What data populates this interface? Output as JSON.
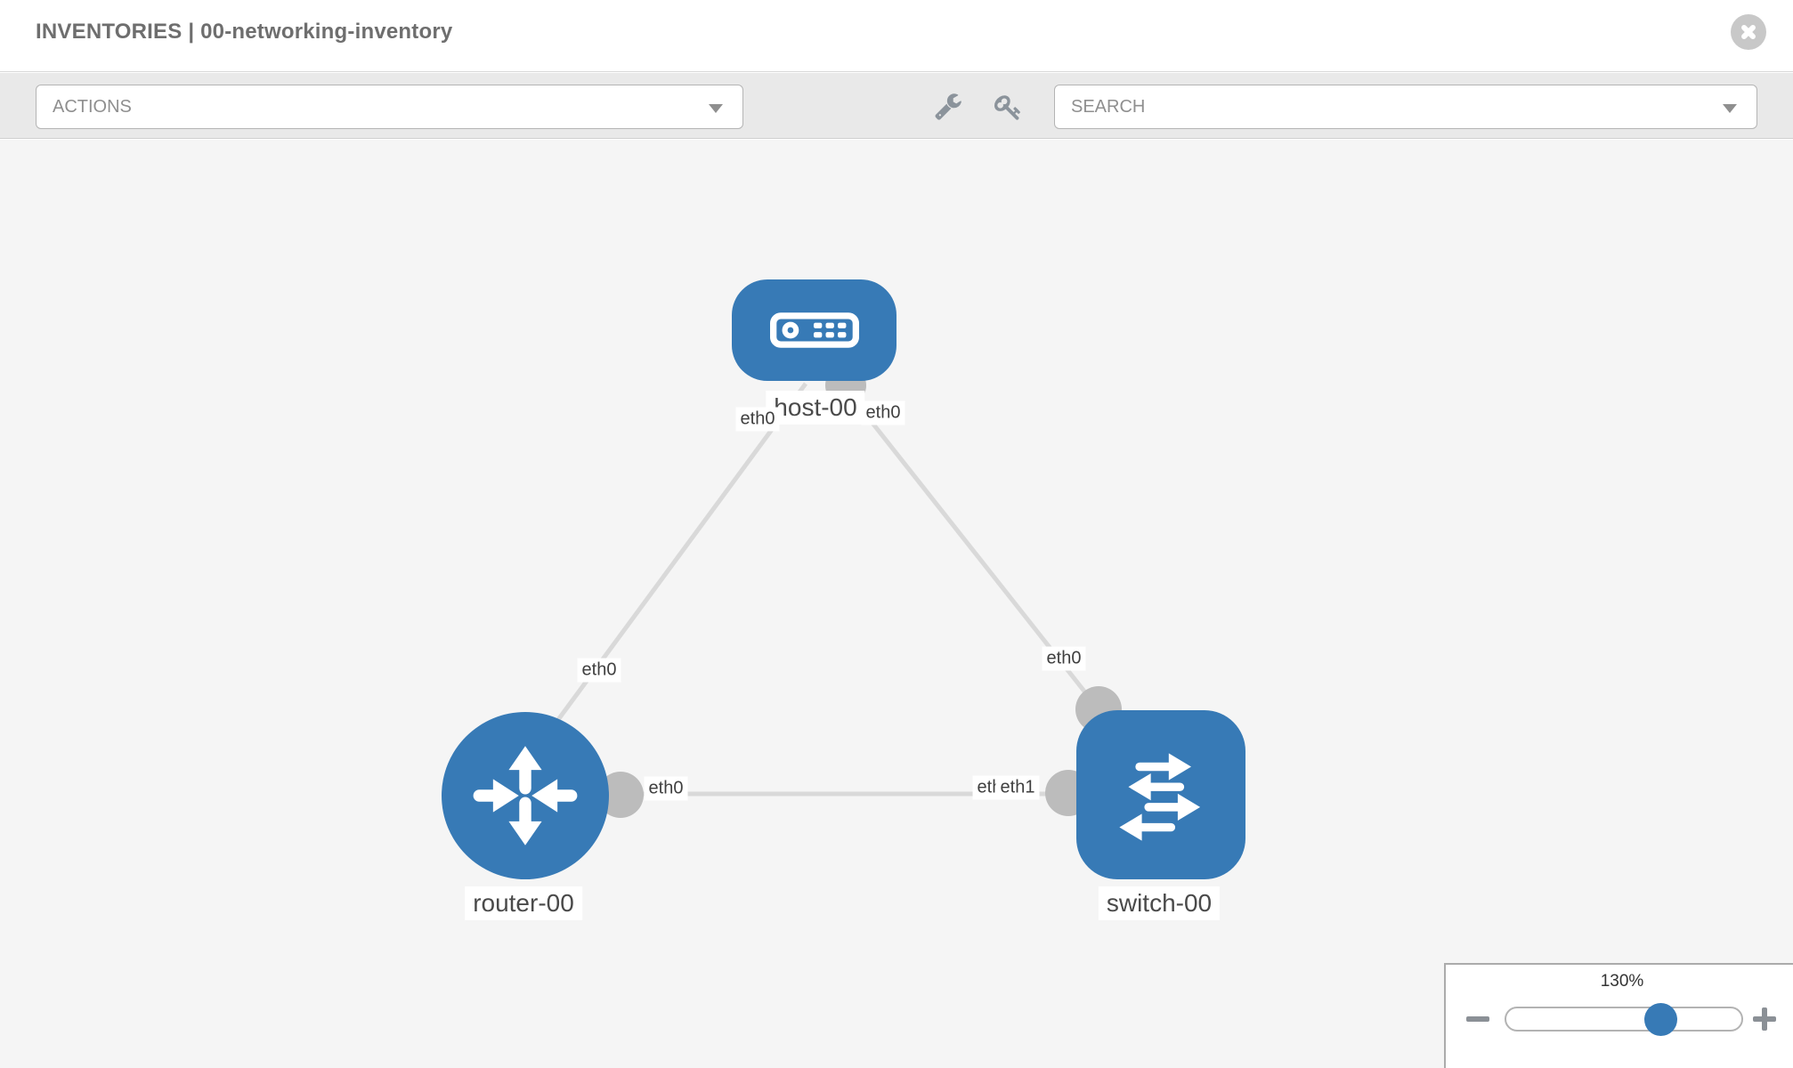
{
  "header": {
    "title": "INVENTORIES | 00-networking-inventory"
  },
  "toolbar": {
    "actions_label": "ACTIONS",
    "search_placeholder": "SEARCH",
    "icons": [
      "wrench-icon",
      "key-icon"
    ]
  },
  "colors": {
    "node_blue": "#377ab6",
    "link_gray": "#d9d9d9",
    "connector_gray": "#bcbcbc",
    "canvas_bg": "#f5f5f5",
    "toolbar_bg": "#e9e9e9"
  },
  "diagram": {
    "nodes": [
      {
        "label": "host-00",
        "type": "host"
      },
      {
        "label": "router-00",
        "type": "router"
      },
      {
        "label": "switch-00",
        "type": "switch"
      }
    ],
    "links": [
      {
        "from": "host-00",
        "to": "router-00",
        "from_iface": "eth0",
        "to_iface": "eth0"
      },
      {
        "from": "host-00",
        "to": "switch-00",
        "from_iface": "eth0",
        "to_iface": "eth0"
      },
      {
        "from": "router-00",
        "to": "switch-00",
        "from_iface": "eth0",
        "to_iface": "eth1"
      }
    ],
    "interface_labels": {
      "host_left": "eth0",
      "host_right": "eth0",
      "router_top": "eth0",
      "switch_top": "eth0",
      "router_right": "eth0",
      "switch_left_back": "eth0",
      "switch_left_front": "eth1"
    }
  },
  "zoom_control": {
    "level": "130%"
  }
}
